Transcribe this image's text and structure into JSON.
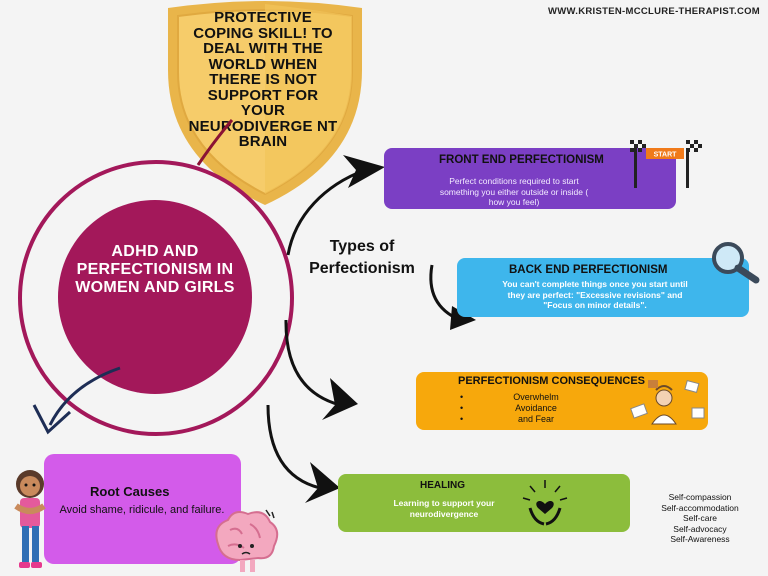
{
  "site": {
    "url": "WWW.KRISTEN-MCCLURE-THERAPIST.COM"
  },
  "shield": {
    "text": "PROTECTIVE COPING SKILL! TO DEAL WITH THE WORLD WHEN THERE IS NOT SUPPORT FOR YOUR NEURODIVERGE NT BRAIN"
  },
  "center": {
    "title": "ADHD AND PERFECTIONISM IN WOMEN AND GIRLS"
  },
  "types_label": "Types of Perfectionism",
  "front_end": {
    "title": "FRONT END PERFECTIONISM",
    "body": "Perfect conditions required to start something you either outside or inside ( how you feel)",
    "banner": "START"
  },
  "back_end": {
    "title": "BACK END PERFECTIONISM",
    "body": "You can't complete things once you start until they are perfect: \"Excessive revisions\" and \"Focus on minor details\"."
  },
  "consequences": {
    "title": "PERFECTIONISM CONSEQUENCES",
    "items": [
      "Overwhelm",
      "Avoidance",
      "and Fear"
    ]
  },
  "healing": {
    "title": "HEALING",
    "body": "Learning to support your neurodivergence"
  },
  "root_causes": {
    "title": "Root Causes",
    "body": "Avoid  shame, ridicule, and failure."
  },
  "self_list": [
    "Self-compassion",
    "Self-accommodation",
    "Self-care",
    "Self-advocacy",
    "Self-Awareness"
  ],
  "colors": {
    "magenta": "#a3185a",
    "purple": "#7b3fc4",
    "blue": "#3eb6ec",
    "orange": "#f7a80c",
    "green": "#8cbd3c",
    "pink": "#d35bea",
    "gold": "#e9b54a"
  },
  "icons": [
    "start-flags-icon",
    "magnifier-icon",
    "stressed-person-icon",
    "heart-hands-icon",
    "girl-illustration",
    "brain-icon"
  ]
}
